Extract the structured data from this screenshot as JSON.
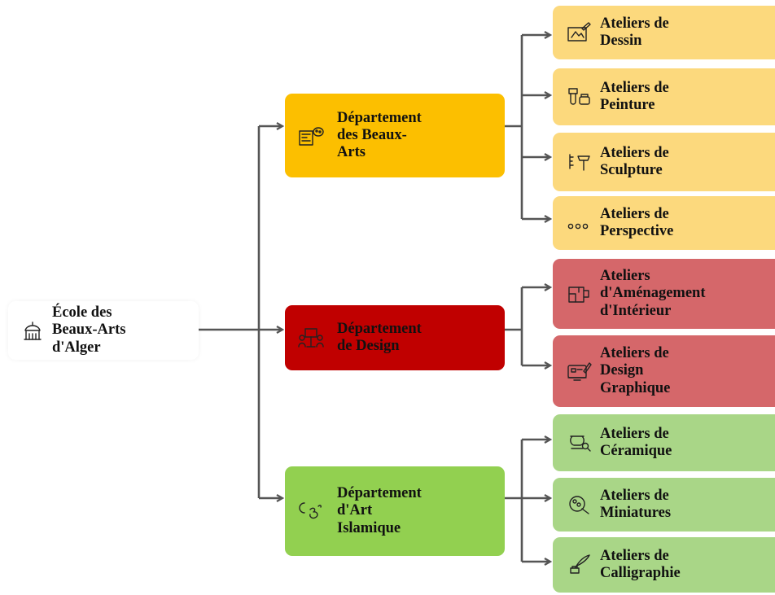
{
  "root": {
    "label": "École des\nBeaux-Arts\nd'Alger",
    "icon": "school-building-icon"
  },
  "departments": [
    {
      "label": "Département\ndes Beaux-\nArts",
      "icon": "easel-palette-icon",
      "color": "#fcbf00"
    },
    {
      "label": "Département\nde Design",
      "icon": "design-team-icon",
      "color": "#c00000"
    },
    {
      "label": "Département\nd'Art\nIslamique",
      "icon": "crescent-om-icon",
      "color": "#92d050"
    }
  ],
  "workshops": [
    {
      "label": "Ateliers de\nDessin",
      "icon": "drawing-board-icon",
      "department": 0
    },
    {
      "label": "Ateliers de\nPeinture",
      "icon": "paint-brush-icon",
      "department": 0
    },
    {
      "label": "Ateliers de\nSculpture",
      "icon": "chisel-hammer-icon",
      "department": 0
    },
    {
      "label": "Ateliers de\nPerspective",
      "icon": "three-circles-icon",
      "department": 0
    },
    {
      "label": "Ateliers\nd'Aménagement\nd'Intérieur",
      "icon": "interior-layout-icon",
      "department": 1
    },
    {
      "label": "Ateliers de\nDesign\nGraphique",
      "icon": "graphic-tablet-icon",
      "department": 1
    },
    {
      "label": "Ateliers de\nCéramique",
      "icon": "pottery-wheel-icon",
      "department": 2
    },
    {
      "label": "Ateliers de\nMiniatures",
      "icon": "miniature-palette-icon",
      "department": 2
    },
    {
      "label": "Ateliers de\nCalligraphie",
      "icon": "quill-inkpot-icon",
      "department": 2
    }
  ]
}
